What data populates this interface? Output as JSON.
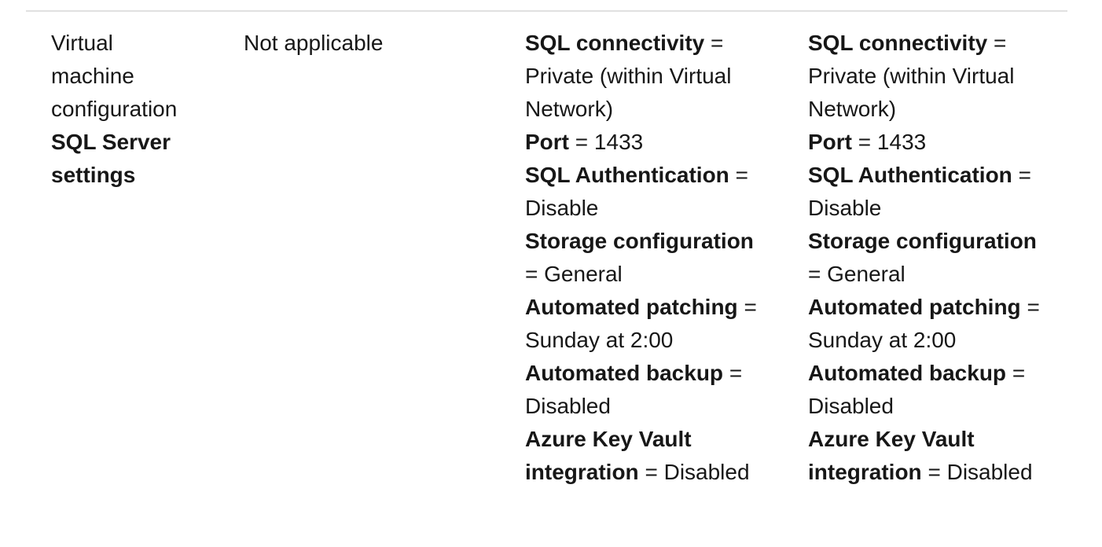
{
  "page": {
    "background_color": "#ffffff",
    "text_color": "#171717",
    "divider_color": "#e0e0e0"
  },
  "table": {
    "eq": "=",
    "row": {
      "option_cell": {
        "text": "Virtual machine configuration",
        "bold_text": "SQL Server settings"
      },
      "cell_2": {
        "text": "Not applicable"
      },
      "cell_3": {
        "settings": [
          {
            "name": "SQL connectivity",
            "value": "Private (within Virtual Network)"
          },
          {
            "name": "Port",
            "value": "1433"
          },
          {
            "name": "SQL Authentication",
            "value": "Disable"
          },
          {
            "name": "Storage configuration",
            "value": "General"
          },
          {
            "name": "Automated patching",
            "value": "Sunday at 2:00"
          },
          {
            "name": "Automated backup",
            "value": "Disabled"
          },
          {
            "name": "Azure Key Vault integration",
            "value": "Disabled"
          }
        ]
      },
      "cell_4": {
        "settings": [
          {
            "name": "SQL connectivity",
            "value": "Private (within Virtual Network)"
          },
          {
            "name": "Port",
            "value": "1433"
          },
          {
            "name": "SQL Authentication",
            "value": "Disable"
          },
          {
            "name": "Storage configuration",
            "value": "General"
          },
          {
            "name": "Automated patching",
            "value": "Sunday at 2:00"
          },
          {
            "name": "Automated backup",
            "value": "Disabled"
          },
          {
            "name": "Azure Key Vault integration",
            "value": "Disabled"
          }
        ]
      }
    }
  }
}
